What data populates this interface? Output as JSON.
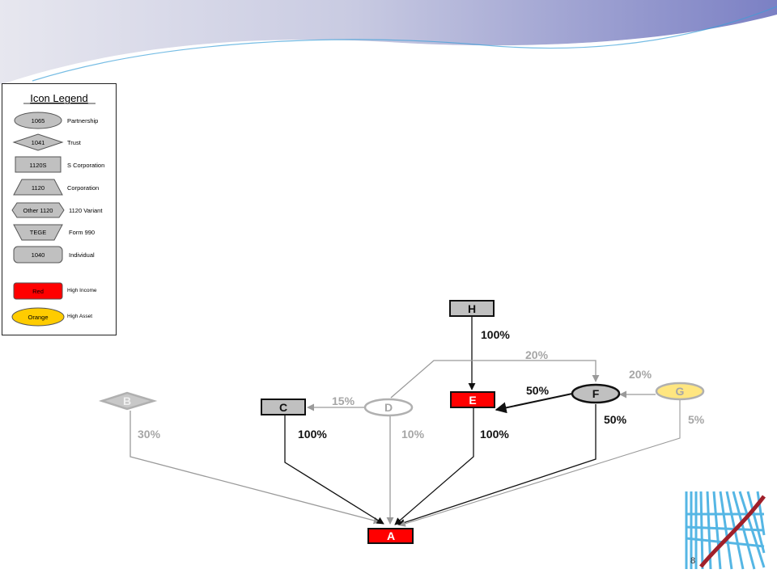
{
  "legend": {
    "title": "Icon Legend",
    "items": [
      {
        "shape": "ellipse",
        "code": "1065",
        "label": "Partnership"
      },
      {
        "shape": "diamond",
        "code": "1041",
        "label": "Trust"
      },
      {
        "shape": "rect",
        "code": "1120S",
        "label": "S Corporation"
      },
      {
        "shape": "trapezoid",
        "code": "1120",
        "label": "Corporation"
      },
      {
        "shape": "hexagon",
        "code": "Other 1120",
        "label": "1120 Variant"
      },
      {
        "shape": "inverted-trapezoid",
        "code": "TEGE",
        "label": "Form 990"
      },
      {
        "shape": "rounded-rect",
        "code": "1040",
        "label": "Individual"
      },
      {
        "shape": "rounded-rect-red",
        "code": "Red",
        "label": "High Income"
      },
      {
        "shape": "ellipse-orange",
        "code": "Orange",
        "label": "High Asset"
      }
    ]
  },
  "colors": {
    "red": "#ff0000",
    "orange": "#ffcc00",
    "gray_fill": "#c0c0c0",
    "dark_edge": "#111111",
    "light_edge": "#9a9a9a",
    "faded_text": "#a6a6a6"
  },
  "diagram": {
    "nodes": [
      {
        "id": "A",
        "label": "A",
        "type": "rect",
        "fill": "red",
        "faded": false
      },
      {
        "id": "B",
        "label": "B",
        "type": "diamond",
        "fill": "gray",
        "faded": true
      },
      {
        "id": "C",
        "label": "C",
        "type": "rect",
        "fill": "gray",
        "faded": false
      },
      {
        "id": "D",
        "label": "D",
        "type": "ellipse",
        "fill": "white",
        "faded": true
      },
      {
        "id": "E",
        "label": "E",
        "type": "rect",
        "fill": "red",
        "faded": false
      },
      {
        "id": "F",
        "label": "F",
        "type": "ellipse",
        "fill": "gray",
        "faded": false
      },
      {
        "id": "G",
        "label": "G",
        "type": "ellipse",
        "fill": "orange",
        "faded": true
      },
      {
        "id": "H",
        "label": "H",
        "type": "rect",
        "fill": "gray",
        "faded": false
      }
    ],
    "edges": [
      {
        "from": "H",
        "to": "E",
        "label": "100%",
        "faded": false
      },
      {
        "from": "F",
        "to": "E",
        "label": "50%",
        "faded": false
      },
      {
        "from": "D",
        "to": "C",
        "label": "15%",
        "faded": true
      },
      {
        "from": "D",
        "to": "F",
        "label": "20%",
        "faded": true
      },
      {
        "from": "G",
        "to": "F",
        "label": "20%",
        "faded": true
      },
      {
        "from": "B",
        "to": "A",
        "label": "30%",
        "faded": true
      },
      {
        "from": "C",
        "to": "A",
        "label": "100%",
        "faded": false
      },
      {
        "from": "D",
        "to": "A",
        "label": "10%",
        "faded": true
      },
      {
        "from": "E",
        "to": "A",
        "label": "100%",
        "faded": false
      },
      {
        "from": "F",
        "to": "A",
        "label": "50%",
        "faded": false
      },
      {
        "from": "G",
        "to": "A",
        "label": "5%",
        "faded": true
      }
    ]
  },
  "footer": {
    "page_number": "8"
  }
}
